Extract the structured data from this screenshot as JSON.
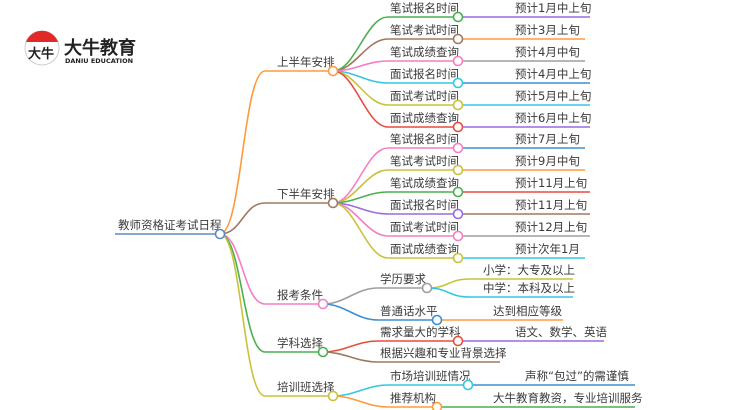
{
  "logo": {
    "mark": "大牛",
    "name": "大牛教育",
    "subtitle": "DANIU EDUCATION"
  },
  "root": {
    "label": "教师资格证考试日程"
  },
  "branches": [
    {
      "label": "上半年安排",
      "color": "#ff9a3c",
      "children": [
        {
          "label": "笔试报名时间",
          "value": "预计1月中上旬",
          "color": "#4caf50",
          "leaf_color": "#9c6ade"
        },
        {
          "label": "笔试考试时间",
          "value": "预计3月上旬",
          "color": "#a1785f",
          "leaf_color": "#ff9a3c"
        },
        {
          "label": "笔试成绩查询",
          "value": "预计4月中旬",
          "color": "#f47fc4",
          "leaf_color": "#9e9e9e"
        },
        {
          "label": "面试报名时间",
          "value": "预计4月中上旬",
          "color": "#35c7e0",
          "leaf_color": "#3b8fd0"
        },
        {
          "label": "面试考试时间",
          "value": "预计5月中上旬",
          "color": "#c8c23a",
          "leaf_color": "#35c7e0"
        },
        {
          "label": "面试成绩查询",
          "value": "预计6月中上旬",
          "color": "#e84c3d",
          "leaf_color": "#9c6ade"
        }
      ]
    },
    {
      "label": "下半年安排",
      "color": "#a1785f",
      "children": [
        {
          "label": "笔试报名时间",
          "value": "预计7月上旬",
          "color": "#f47fc4",
          "leaf_color": "#3b8fd0"
        },
        {
          "label": "笔试考试时间",
          "value": "预计9月中旬",
          "color": "#c8c23a",
          "leaf_color": "#ff9a3c"
        },
        {
          "label": "笔试成绩查询",
          "value": "预计11月上旬",
          "color": "#4caf50",
          "leaf_color": "#e84c3d"
        },
        {
          "label": "面试报名时间",
          "value": "预计11月上旬",
          "color": "#9c6ade",
          "leaf_color": "#a1785f"
        },
        {
          "label": "面试考试时间",
          "value": "预计12月上旬",
          "color": "#f47fc4",
          "leaf_color": "#9e9e9e"
        },
        {
          "label": "面试成绩查询",
          "value": "预计次年1月",
          "color": "#c8c23a",
          "leaf_color": "#35c7e0"
        }
      ]
    },
    {
      "label": "报考条件",
      "color": "#f47fc4",
      "children": [
        {
          "label": "学历要求",
          "color": "#9e9e9e",
          "leaves": [
            {
              "value": "小学：大专及以上",
              "color": "#c8c23a"
            },
            {
              "value": "中学：本科及以上",
              "color": "#35c7e0"
            }
          ]
        },
        {
          "label": "普通话水平",
          "value": "达到相应等级",
          "color": "#3b8fd0",
          "leaf_color": "#ff9a3c"
        }
      ]
    },
    {
      "label": "学科选择",
      "color": "#4caf50",
      "children": [
        {
          "label": "需求量大的学科",
          "value": "语文、数学、英语",
          "color": "#e84c3d",
          "leaf_color": "#9c6ade"
        },
        {
          "label": "根据兴趣和专业背景选择",
          "color": "#a1785f"
        }
      ]
    },
    {
      "label": "培训班选择",
      "color": "#c8c23a",
      "children": [
        {
          "label": "市场培训班情况",
          "value": "声称“包过”的需谨慎",
          "color": "#35c7e0",
          "leaf_color": "#3b8fd0"
        },
        {
          "label": "推荐机构",
          "value": "大牛教育教资，专业培训服务",
          "color": "#ff9a3c",
          "leaf_color": "#4caf50"
        }
      ]
    }
  ]
}
